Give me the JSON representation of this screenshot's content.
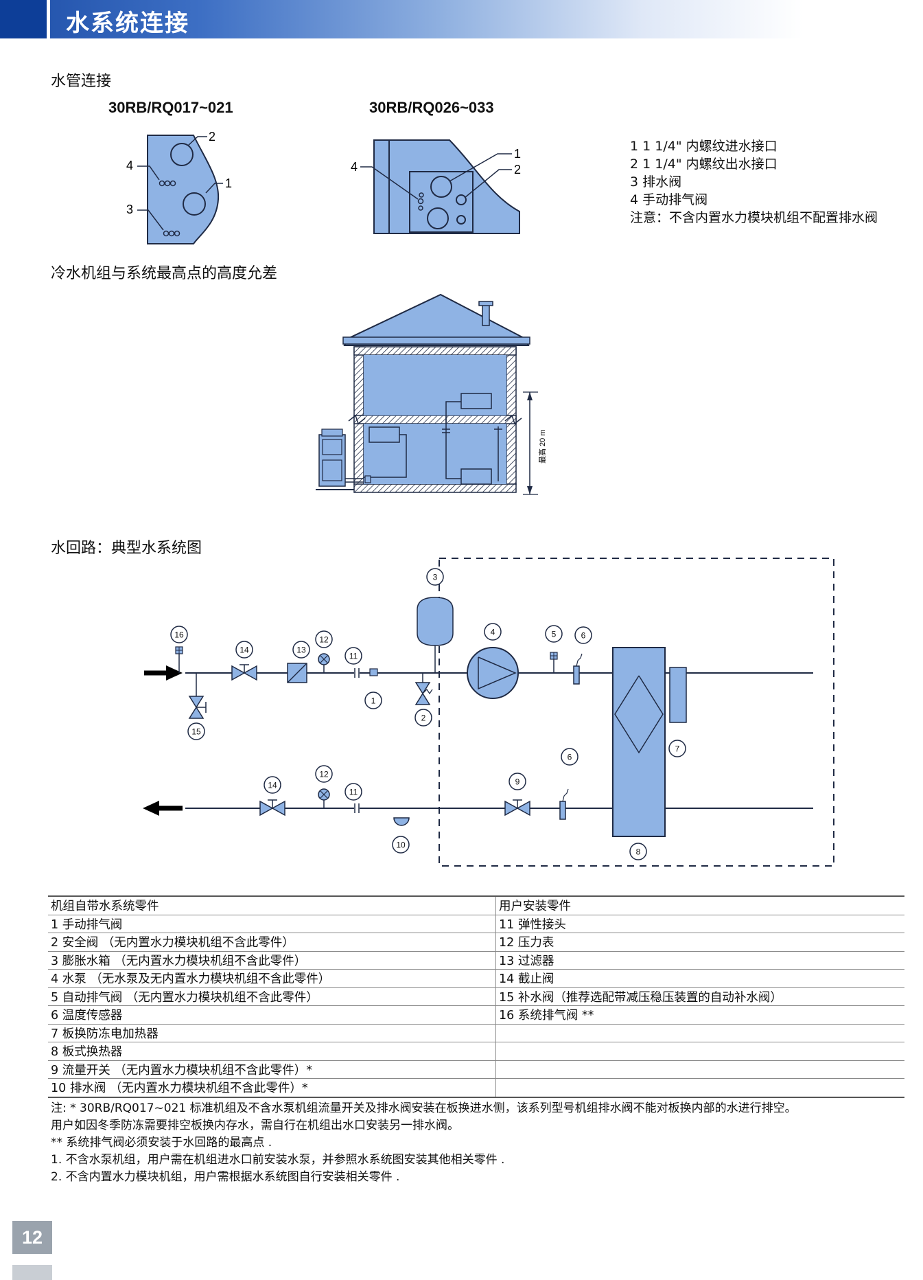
{
  "header": {
    "title": "水系统连接"
  },
  "page_number": "12",
  "section1": {
    "title": "水管连接",
    "model_a": "30RB/RQ017~021",
    "model_b": "30RB/RQ026~033",
    "legend": [
      "1  1 1/4\" 内螺纹进水接口",
      "2  1 1/4\" 内螺纹出水接口",
      "3  排水阀",
      "4  手动排气阀",
      "注意：不含内置水力模块机组不配置排水阀"
    ]
  },
  "section2": {
    "title": "冷水机组与系统最高点的高度允差",
    "height_label": "最高 20 m"
  },
  "section3": {
    "title": "水回路：典型水系统图"
  },
  "diagram_labels": [
    "1",
    "2",
    "3",
    "4",
    "5",
    "6",
    "6",
    "7",
    "8",
    "9",
    "10",
    "11",
    "11",
    "12",
    "12",
    "13",
    "14",
    "14",
    "15",
    "16"
  ],
  "colors": {
    "accent": "#0d3e98",
    "fill": "#8fb3e4",
    "stroke": "#1f2a44"
  },
  "table": {
    "header": [
      "机组自带水系统零件",
      "用户安装零件"
    ],
    "rows": [
      [
        "1 手动排气阀",
        "11 弹性接头"
      ],
      [
        "2 安全阀 （无内置水力模块机组不含此零件）",
        "12 压力表"
      ],
      [
        "3 膨胀水箱 （无内置水力模块机组不含此零件）",
        "13 过滤器"
      ],
      [
        "4 水泵 （无水泵及无内置水力模块机组不含此零件）",
        "14 截止阀"
      ],
      [
        "5 自动排气阀 （无内置水力模块机组不含此零件）",
        "15 补水阀（推荐选配带减压稳压装置的自动补水阀）"
      ],
      [
        "6 温度传感器",
        "16 系统排气阀 **"
      ],
      [
        "7 板换防冻电加热器",
        ""
      ],
      [
        "8 板式换热器",
        ""
      ],
      [
        "9 流量开关 （无内置水力模块机组不含此零件）*",
        ""
      ],
      [
        "10 排水阀 （无内置水力模块机组不含此零件）*",
        ""
      ]
    ]
  },
  "notes": [
    "注: *  30RB/RQ017~021 标准机组及不含水泵机组流量开关及排水阀安装在板换进水侧，该系列型号机组排水阀不能对板换内部的水进行排空。",
    "        用户如因冬季防冻需要排空板换内存水，需自行在机组出水口安装另一排水阀。",
    "      ** 系统排气阀必须安装于水回路的最高点 .",
    "       1. 不含水泵机组，用户需在机组进水口前安装水泵，并参照水系统图安装其他相关零件 .",
    "       2. 不含内置水力模块机组，用户需根据水系统图自行安装相关零件 ."
  ]
}
